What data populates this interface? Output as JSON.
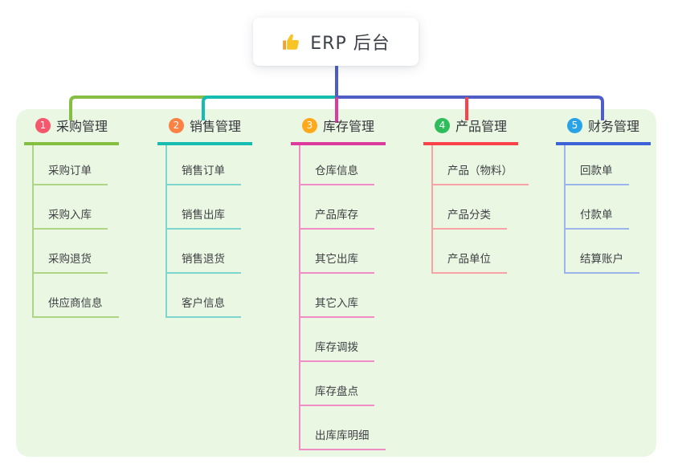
{
  "root": {
    "label": "ERP 后台",
    "icon": "thumbs-up-icon"
  },
  "colors": {
    "page_bg": "#ffffff",
    "panel_bg": "#eaf7e3",
    "root_line": "#4f5dc6",
    "card_bg": "#ffffff"
  },
  "branches": [
    {
      "badge": "1",
      "label": "采购管理",
      "accent": "#84bf41",
      "light": "#aed584",
      "badge_color": "#f5576c",
      "children": [
        {
          "label": "采购订单"
        },
        {
          "label": "采购入库"
        },
        {
          "label": "采购退货"
        },
        {
          "label": "供应商信息"
        }
      ]
    },
    {
      "badge": "2",
      "label": "销售管理",
      "accent": "#14bcb2",
      "light": "#7fd6cf",
      "badge_color": "#fb8144",
      "children": [
        {
          "label": "销售订单"
        },
        {
          "label": "销售出库"
        },
        {
          "label": "销售退货"
        },
        {
          "label": "客户信息"
        }
      ]
    },
    {
      "badge": "3",
      "label": "库存管理",
      "accent": "#dd3a9e",
      "light": "#f08cc6",
      "badge_color": "#ffa81d",
      "children": [
        {
          "label": "仓库信息"
        },
        {
          "label": "产品库存"
        },
        {
          "label": "其它出库"
        },
        {
          "label": "其它入库"
        },
        {
          "label": "库存调拨"
        },
        {
          "label": "库存盘点"
        },
        {
          "label": "出库库明细"
        }
      ]
    },
    {
      "badge": "4",
      "label": "产品管理",
      "accent": "#f9424a",
      "light": "#f9a2a6",
      "badge_color": "#2ebd5a",
      "children": [
        {
          "label": "产品（物料）"
        },
        {
          "label": "产品分类"
        },
        {
          "label": "产品单位"
        }
      ]
    },
    {
      "badge": "5",
      "label": "财务管理",
      "accent": "#3e63d8",
      "light": "#9cb4ec",
      "badge_color": "#2aa3e6",
      "children": [
        {
          "label": "回款单"
        },
        {
          "label": "付款单"
        },
        {
          "label": "结算账户"
        }
      ]
    }
  ]
}
